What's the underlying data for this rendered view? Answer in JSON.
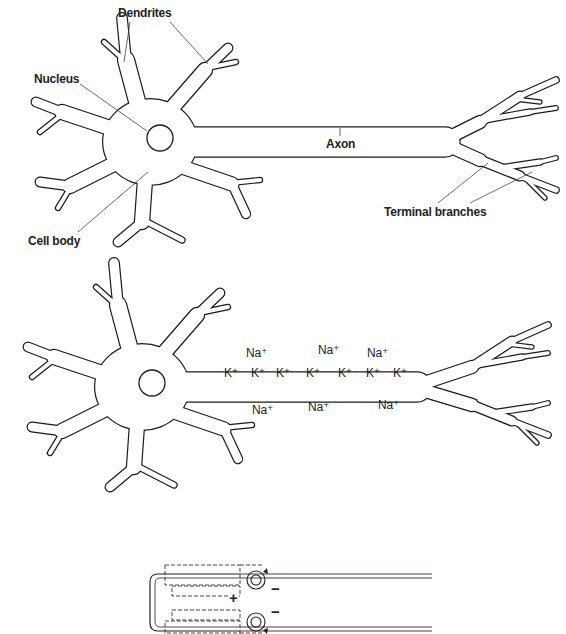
{
  "diagram": {
    "labels": [
      "Dendrites",
      "Nucleus",
      "Cell body",
      "Axon",
      "Terminal branches",
      "Na⁺",
      "Na⁺",
      "Na⁺",
      "K⁺",
      "K⁺",
      "K⁺",
      "K⁺",
      "K⁺",
      "K⁺",
      "K⁺",
      "Na⁺",
      "Na⁺",
      "Na⁺",
      "+",
      "−",
      "−"
    ]
  }
}
